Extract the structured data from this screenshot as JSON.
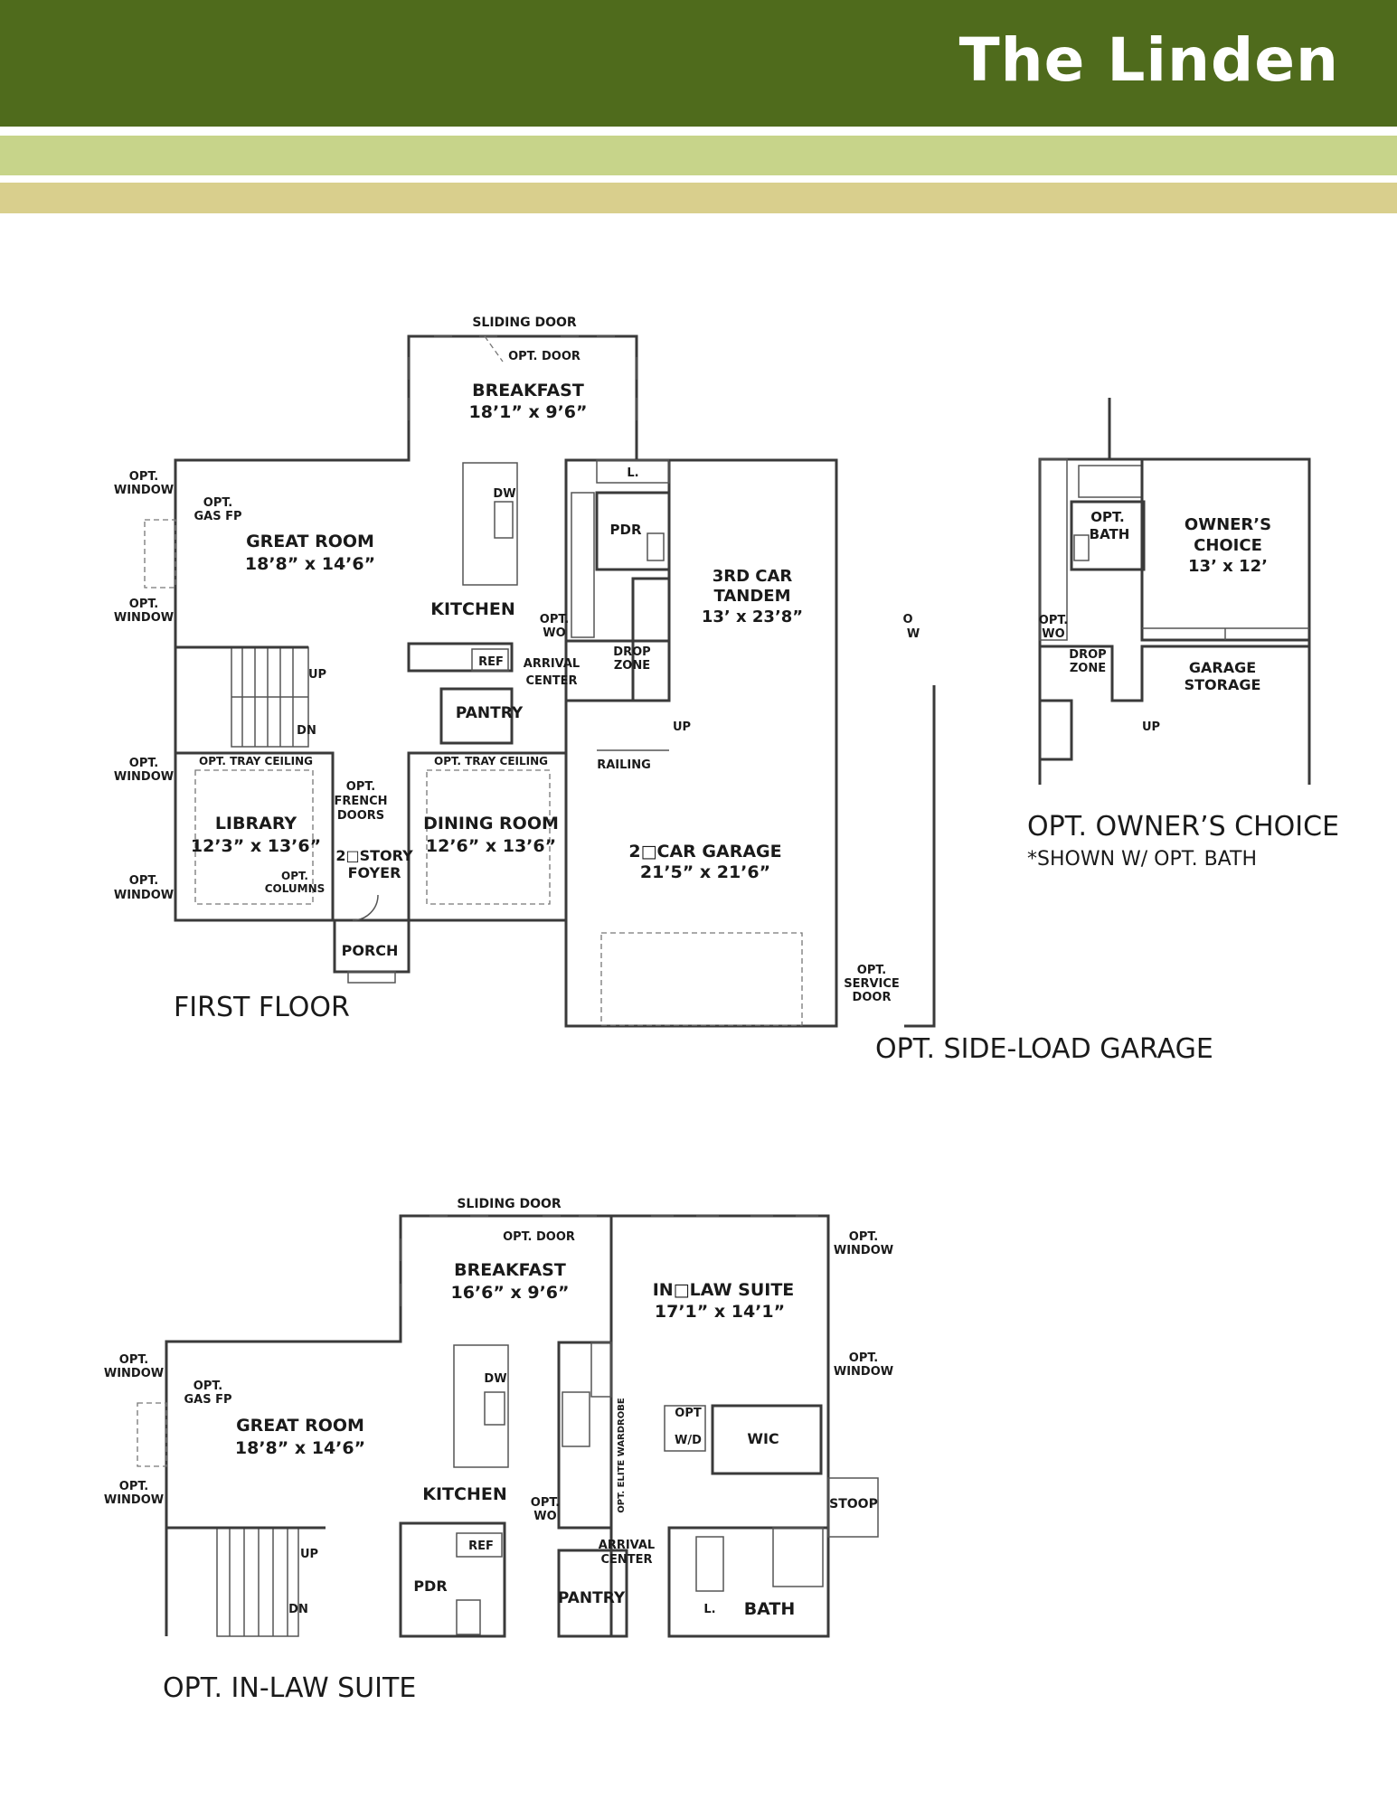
{
  "header": {
    "title": "The Linden"
  },
  "colors": {
    "header_green": "#4f6b1c",
    "band_light": "#c7d48a",
    "band_tan": "#d9cf8d"
  },
  "captions": {
    "first_floor": "FIRST FLOOR",
    "side_load": "OPT. SIDE-LOAD GARAGE",
    "owners_choice": "OPT. OWNER’S CHOICE",
    "owners_choice_note": "*SHOWN W/ OPT. BATH",
    "in_law": "OPT. IN-LAW SUITE"
  },
  "first_floor": {
    "sliding_door": "SLIDING DOOR",
    "opt_door": "OPT. DOOR",
    "breakfast": "BREAKFAST",
    "breakfast_dim": "18’1” x 9’6”",
    "opt_window": "OPT.",
    "window": "WINDOW",
    "opt_gas": "OPT.",
    "gas_fp": "GAS FP",
    "great_room": "GREAT ROOM",
    "great_room_dim": "18’8” x 14’6”",
    "dw": "DW",
    "kitchen": "KITCHEN",
    "l": "L.",
    "pdr": "PDR",
    "third_car": "3RD CAR",
    "tandem": "TANDEM",
    "third_car_dim": "13’ x 23’8”",
    "opt_wo_1": "OPT.",
    "opt_wo_2": "WO",
    "up": "UP",
    "dn": "DN",
    "ref": "REF",
    "arrival": "ARRIVAL",
    "center": "CENTER",
    "drop": "DROP",
    "zone": "ZONE",
    "pantry": "PANTRY",
    "opt_tray_ceiling": "OPT. TRAY CEILING",
    "railing": "RAILING",
    "opt_french_1": "OPT.",
    "opt_french_2": "FRENCH",
    "opt_french_3": "DOORS",
    "library": "LIBRARY",
    "library_dim": "12’3” x 13’6”",
    "dining": "DINING ROOM",
    "dining_dim": "12’6” x 13’6”",
    "garage": "2□CAR GARAGE",
    "garage_dim": "21’5” x 21’6”",
    "foyer_1": "2□STORY",
    "foyer_2": "FOYER",
    "opt_columns_1": "OPT.",
    "opt_columns_2": "COLUMNS",
    "porch": "PORCH",
    "service_1": "OPT.",
    "service_2": "SERVICE",
    "service_3": "DOOR",
    "ow_o": "O",
    "ow_w": "W"
  },
  "owners_choice": {
    "opt_bath_1": "OPT.",
    "opt_bath_2": "BATH",
    "owners_1": "OWNER’S",
    "owners_2": "CHOICE",
    "owners_dim": "13’ x 12’",
    "opt_wo_1": "OPT.",
    "opt_wo_2": "WO",
    "drop": "DROP",
    "zone": "ZONE",
    "garage_storage_1": "GARAGE",
    "garage_storage_2": "STORAGE",
    "up": "UP"
  },
  "in_law": {
    "sliding_door": "SLIDING DOOR",
    "opt_door": "OPT. DOOR",
    "breakfast": "BREAKFAST",
    "breakfast_dim": "16’6” x 9’6”",
    "suite": "IN□LAW SUITE",
    "suite_dim": "17’1” x 14’1”",
    "opt_window": "OPT.",
    "window": "WINDOW",
    "opt_gas": "OPT.",
    "gas_fp": "GAS FP",
    "great_room": "GREAT ROOM",
    "great_room_dim": "18’8” x 14’6”",
    "dw": "DW",
    "kitchen": "KITCHEN",
    "opt": "OPT",
    "wd": "W/D",
    "wic": "WIC",
    "elite_wardrobe": "OPT. ELITE WARDROBE",
    "stoop": "STOOP",
    "opt_wo_1": "OPT.",
    "opt_wo_2": "WO",
    "arrival": "ARRIVAL",
    "center": "CENTER",
    "ref": "REF",
    "up": "UP",
    "dn": "DN",
    "pdr": "PDR",
    "pantry": "PANTRY",
    "l": "L.",
    "bath": "BATH"
  }
}
